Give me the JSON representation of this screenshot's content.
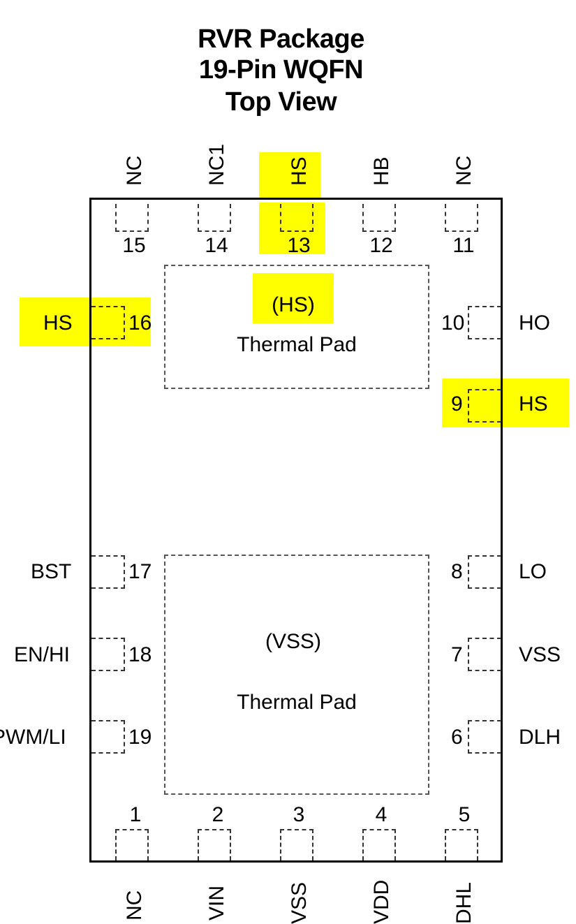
{
  "title": {
    "line1": "RVR Package",
    "line2": "19-Pin WQFN",
    "line3": "Top View"
  },
  "colors": {
    "highlight": "#ffff00",
    "outline": "#000000",
    "dashed": "#444444"
  },
  "thermal_pads": {
    "top": {
      "net": "(HS)",
      "label": "Thermal Pad"
    },
    "bottom": {
      "net": "(VSS)",
      "label": "Thermal Pad"
    }
  },
  "pins": {
    "p1": {
      "num": "1",
      "name": "NC"
    },
    "p2": {
      "num": "2",
      "name": "VIN"
    },
    "p3": {
      "num": "3",
      "name": "VSS"
    },
    "p4": {
      "num": "4",
      "name": "VDD"
    },
    "p5": {
      "num": "5",
      "name": "DHL"
    },
    "p6": {
      "num": "6",
      "name": "DLH"
    },
    "p7": {
      "num": "7",
      "name": "VSS"
    },
    "p8": {
      "num": "8",
      "name": "LO"
    },
    "p9": {
      "num": "9",
      "name": "HS"
    },
    "p10": {
      "num": "10",
      "name": "HO"
    },
    "p11": {
      "num": "11",
      "name": "NC"
    },
    "p12": {
      "num": "12",
      "name": "HB"
    },
    "p13": {
      "num": "13",
      "name": "HS"
    },
    "p14": {
      "num": "14",
      "name": "NC1"
    },
    "p15": {
      "num": "15",
      "name": "NC"
    },
    "p16": {
      "num": "16",
      "name": "HS"
    },
    "p17": {
      "num": "17",
      "name": "BST"
    },
    "p18": {
      "num": "18",
      "name": "EN/HI"
    },
    "p19": {
      "num": "19",
      "name": "PWM/LI"
    }
  },
  "highlighted_pins": [
    "9",
    "13",
    "16"
  ]
}
